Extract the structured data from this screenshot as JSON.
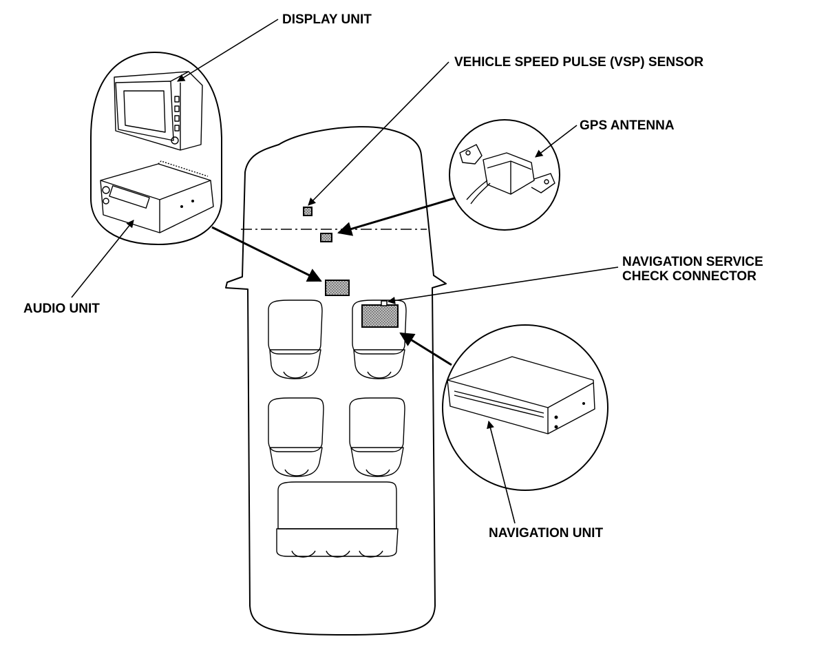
{
  "labels": {
    "display_unit": "DISPLAY UNIT",
    "vsp_sensor": "VEHICLE SPEED PULSE (VSP) SENSOR",
    "gps_antenna": "GPS ANTENNA",
    "nav_service_line1": "NAVIGATION SERVICE",
    "nav_service_line2": "CHECK CONNECTOR",
    "audio_unit": "AUDIO UNIT",
    "navigation_unit": "NAVIGATION UNIT"
  },
  "colors": {
    "ink": "#000000",
    "paper": "#ffffff",
    "stipple": "#7a7a7a"
  }
}
